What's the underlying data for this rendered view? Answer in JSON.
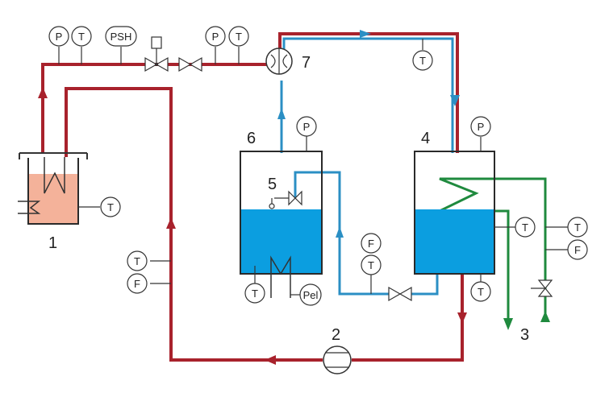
{
  "instruments": {
    "p1": "P",
    "t1": "T",
    "psh": "PSH",
    "p2": "P",
    "t2": "T",
    "t_top": "T",
    "p_tank6": "P",
    "p_tank4": "P",
    "t_reservoir": "T",
    "t_ret": "T",
    "f_ret": "F",
    "f_mid": "F",
    "t_mid": "T",
    "t_tank6": "T",
    "pel": "Pel",
    "t_tank4_side": "T",
    "t_tank4_bottom": "T",
    "t_green": "T",
    "f_green": "F"
  },
  "labels": {
    "n1": "1",
    "n2": "2",
    "n3": "3",
    "n4": "4",
    "n5": "5",
    "n6": "6",
    "n7": "7"
  },
  "colors": {
    "hot_line": "#a8222c",
    "cold_line": "#2b8fc4",
    "cooling_line": "#1f8a3e",
    "liquid": "#0b9ee0",
    "reservoir_liquid": "#f4b29a"
  }
}
